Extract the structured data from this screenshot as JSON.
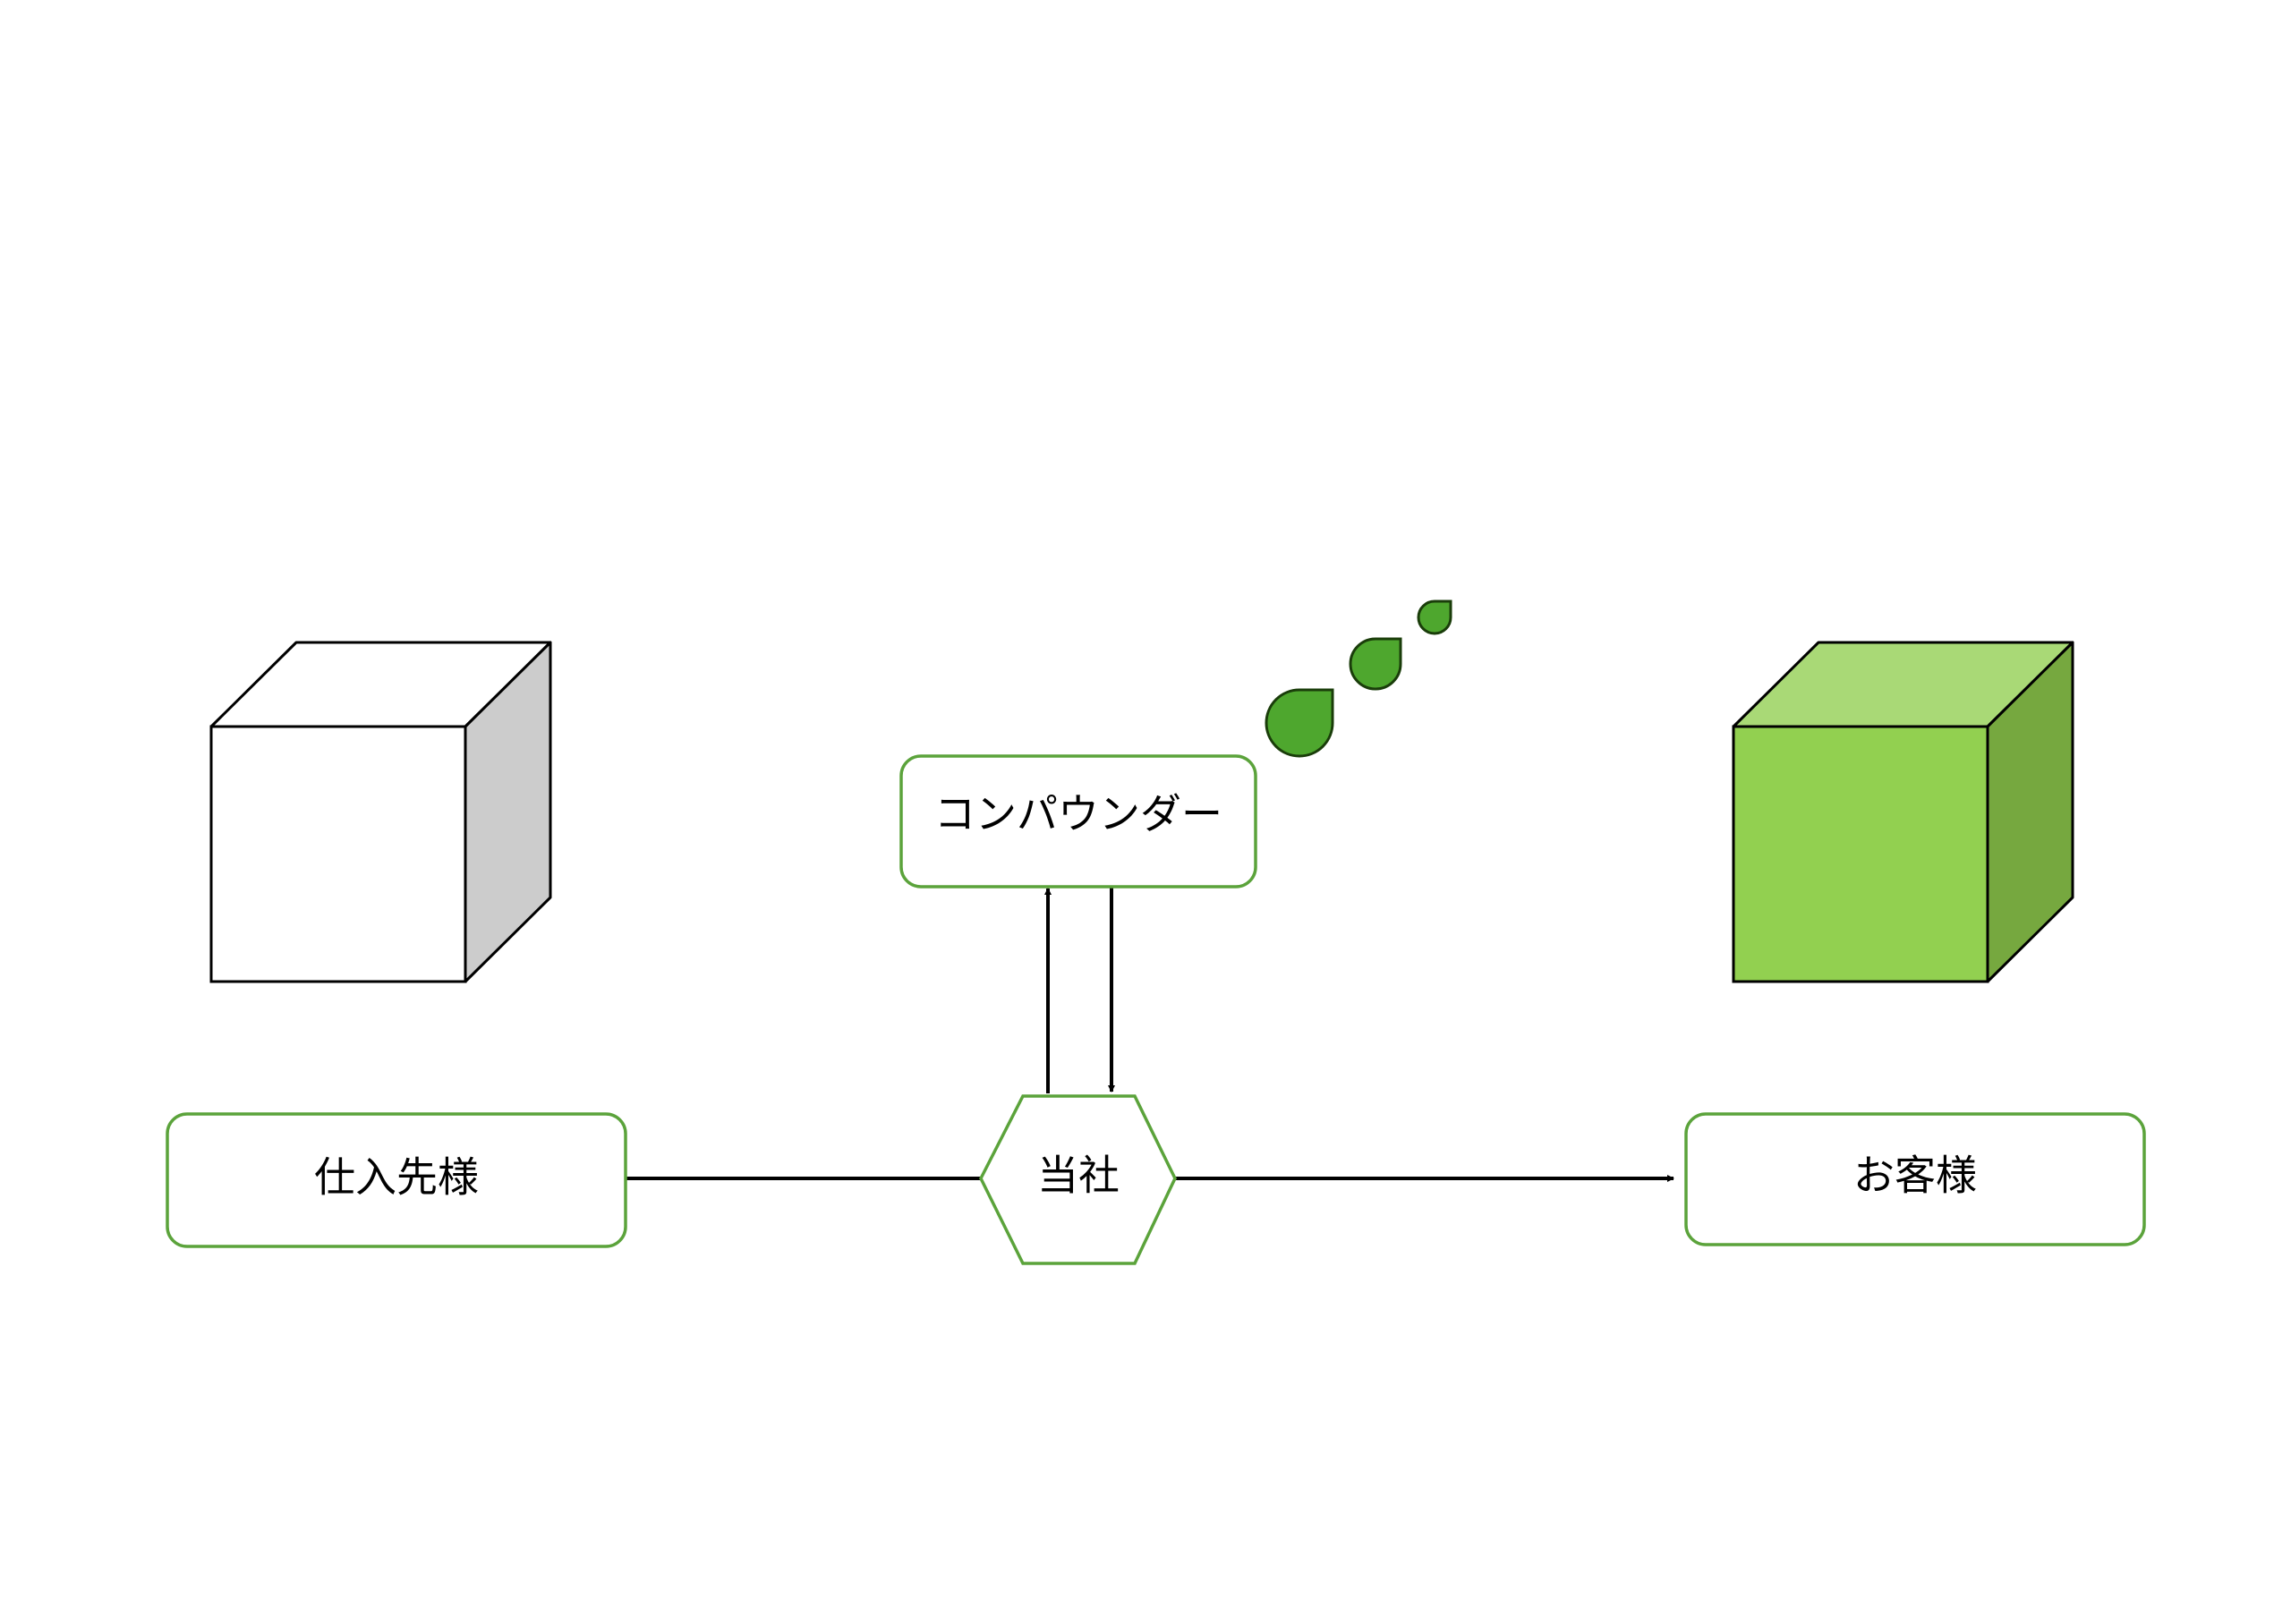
{
  "nodes": {
    "supplier": {
      "label": "仕入先様"
    },
    "compounder": {
      "label": "コンパウンダー"
    },
    "company": {
      "label": "当社"
    },
    "customer": {
      "label": "お客様"
    }
  },
  "colors": {
    "node_border": "#5ba33b",
    "arrow": "#000000",
    "white_cube_front": "#ffffff",
    "white_cube_top": "#ffffff",
    "white_cube_side": "#cccccc",
    "green_cube_front": "#92d050",
    "green_cube_top": "#a9d976",
    "green_cube_side": "#76a83f",
    "droplet": "#4ea72e"
  },
  "icons": {
    "supplier_material": "white-cube-icon",
    "customer_product": "green-cube-icon",
    "compound": "droplets-icon"
  }
}
